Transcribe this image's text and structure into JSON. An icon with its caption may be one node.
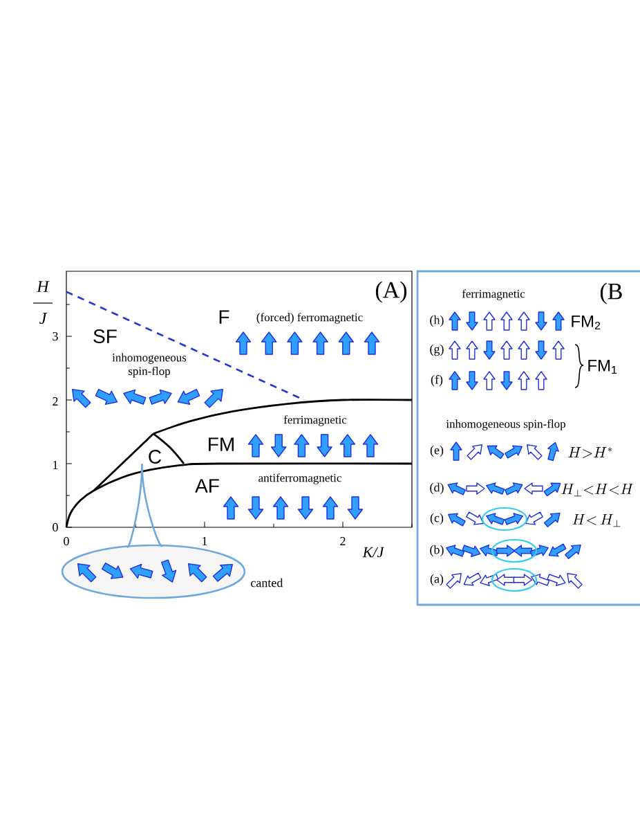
{
  "diagram": {
    "nodes": [
      {
        "text": [
          "C"
        ]
      },
      {
        "text": [],
        "shape": "ellipse",
        "beside": [
          "canted"
        ]
      }
    ],
    "edges": [
      {
        "from": 1,
        "to": 0,
        "arrow": "none"
      }
    ],
    "labels": [
      "H",
      "J",
      "(A)",
      "F",
      "(forced) ferromagnetic",
      "3",
      "SF",
      "inhomogeneous spin-flop",
      "2",
      "ferrimagnetic",
      "FM",
      "1",
      "AF",
      "antiferromagnetic",
      "0",
      "0",
      "1",
      "2",
      "K/J",
      "ferrimagnetic",
      "(B",
      "(h)",
      "FM$_{2}$",
      "(g)",
      "FM$_{1}$",
      "(f)",
      "inhomogeneous spin-flop",
      "(e)",
      "H{>}H^{*}",
      "(d)",
      "H_{\\perp}{<}H{<}H",
      "(c)",
      "H{<}\\,H_{\\perp}",
      "(b)",
      "(a)"
    ]
  }
}
